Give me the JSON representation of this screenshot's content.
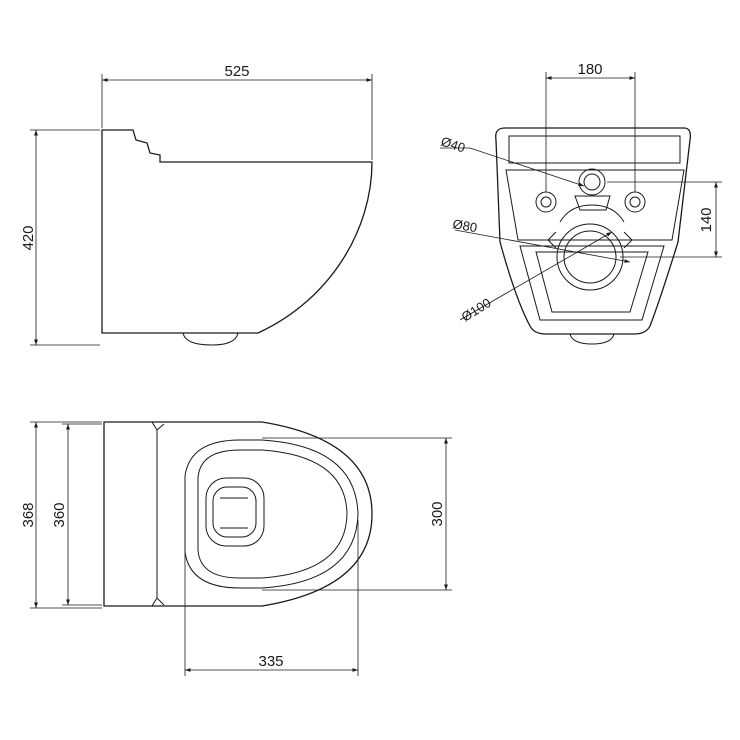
{
  "dimensions": {
    "side_length": "525",
    "side_height": "420",
    "rear_spacing": "180",
    "rear_height": "140",
    "diameter_40": "Ø40",
    "diameter_80": "Ø80",
    "diameter_100": "Ø100",
    "top_width_outer": "368",
    "top_width_inner": "360",
    "top_bowl_width": "300",
    "top_bowl_length": "335"
  }
}
